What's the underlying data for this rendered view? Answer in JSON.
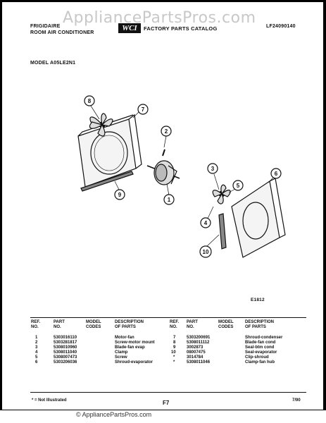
{
  "watermark": "AppliancePartsPros.com",
  "header": {
    "brand": "FRIGIDAIRE",
    "product": "ROOM AIR CONDITIONER",
    "catalog": "FACTORY PARTS CATALOG",
    "logo": "WCI",
    "catalog_number": "LF24090140",
    "model": "MODEL A05LE2N1"
  },
  "diagram": {
    "callouts": [
      "1",
      "2",
      "3",
      "4",
      "5",
      "6",
      "7",
      "8",
      "9",
      "10"
    ],
    "figure_id": "E1812"
  },
  "table": {
    "headers": {
      "ref": "REF.\nNO.",
      "part": "PART\nNO.",
      "model": "MODEL\nCODES",
      "desc": "DESCRIPTION\nOF PARTS"
    },
    "left": [
      {
        "ref": "1",
        "part": "5303016110",
        "desc": "Motor-fan"
      },
      {
        "ref": "2",
        "part": "5303281817",
        "desc": "Screw-motor mount"
      },
      {
        "ref": "3",
        "part": "5308010960",
        "desc": "Blade-fan evap"
      },
      {
        "ref": "4",
        "part": "5308011040",
        "desc": "Clamp"
      },
      {
        "ref": "5",
        "part": "5308007473",
        "desc": "Screw"
      },
      {
        "ref": "6",
        "part": "5303206036",
        "desc": "Shroud-evaporator"
      }
    ],
    "right": [
      {
        "ref": "7",
        "part": "5303200691",
        "desc": "Shroud-condenser"
      },
      {
        "ref": "8",
        "part": "5308011112",
        "desc": "Blade-fan cond"
      },
      {
        "ref": "9",
        "part": "3002873",
        "desc": "Seal-btm cond"
      },
      {
        "ref": "10",
        "part": "08007475",
        "desc": "Seal-evaporator"
      },
      {
        "ref": "*",
        "part": "3014784",
        "desc": "Clip-shroud"
      },
      {
        "ref": "*",
        "part": "5308011046",
        "desc": "Clamp-fan hub"
      }
    ]
  },
  "footer": {
    "note": "* = Not Illustrated",
    "page": "F7",
    "date": "7/90"
  },
  "bottom_text": "© AppliancePartsPros.com"
}
